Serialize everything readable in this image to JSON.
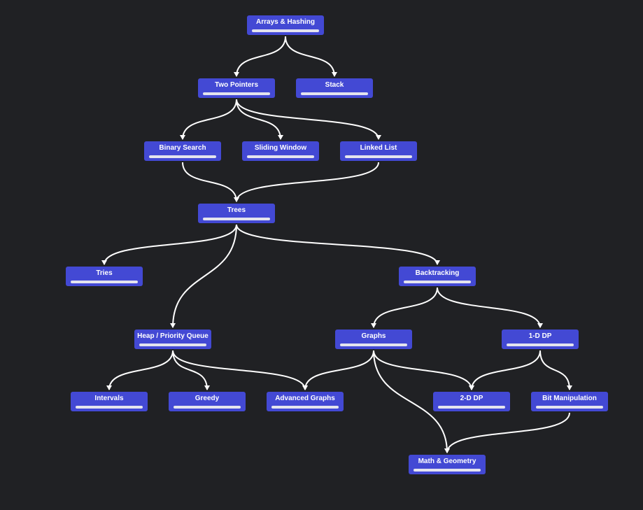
{
  "nodes": [
    {
      "id": "arrays-hashing",
      "label": "Arrays & Hashing",
      "progress": 1.0
    },
    {
      "id": "two-pointers",
      "label": "Two Pointers",
      "progress": 1.0
    },
    {
      "id": "stack",
      "label": "Stack",
      "progress": 1.0
    },
    {
      "id": "binary-search",
      "label": "Binary Search",
      "progress": 1.0
    },
    {
      "id": "sliding-window",
      "label": "Sliding Window",
      "progress": 1.0
    },
    {
      "id": "linked-list",
      "label": "Linked List",
      "progress": 1.0
    },
    {
      "id": "trees",
      "label": "Trees",
      "progress": 1.0
    },
    {
      "id": "tries",
      "label": "Tries",
      "progress": 1.0
    },
    {
      "id": "backtracking",
      "label": "Backtracking",
      "progress": 1.0
    },
    {
      "id": "heap-priority-queue",
      "label": "Heap / Priority Queue",
      "progress": 1.0
    },
    {
      "id": "graphs",
      "label": "Graphs",
      "progress": 1.0
    },
    {
      "id": "1d-dp",
      "label": "1-D DP",
      "progress": 1.0
    },
    {
      "id": "intervals",
      "label": "Intervals",
      "progress": 1.0
    },
    {
      "id": "greedy",
      "label": "Greedy",
      "progress": 1.0
    },
    {
      "id": "advanced-graphs",
      "label": "Advanced Graphs",
      "progress": 1.0
    },
    {
      "id": "2d-dp",
      "label": "2-D DP",
      "progress": 1.0
    },
    {
      "id": "bit-manipulation",
      "label": "Bit Manipulation",
      "progress": 1.0
    },
    {
      "id": "math-geometry",
      "label": "Math & Geometry",
      "progress": 1.0
    }
  ],
  "edges": [
    [
      "arrays-hashing",
      "two-pointers"
    ],
    [
      "arrays-hashing",
      "stack"
    ],
    [
      "two-pointers",
      "binary-search"
    ],
    [
      "two-pointers",
      "sliding-window"
    ],
    [
      "two-pointers",
      "linked-list"
    ],
    [
      "binary-search",
      "trees"
    ],
    [
      "linked-list",
      "trees"
    ],
    [
      "trees",
      "tries"
    ],
    [
      "trees",
      "heap-priority-queue"
    ],
    [
      "trees",
      "backtracking"
    ],
    [
      "backtracking",
      "graphs"
    ],
    [
      "backtracking",
      "1d-dp"
    ],
    [
      "heap-priority-queue",
      "intervals"
    ],
    [
      "heap-priority-queue",
      "greedy"
    ],
    [
      "heap-priority-queue",
      "advanced-graphs"
    ],
    [
      "graphs",
      "advanced-graphs"
    ],
    [
      "graphs",
      "2d-dp"
    ],
    [
      "graphs",
      "math-geometry"
    ],
    [
      "1d-dp",
      "2d-dp"
    ],
    [
      "1d-dp",
      "bit-manipulation"
    ],
    [
      "bit-manipulation",
      "math-geometry"
    ]
  ],
  "colors": {
    "background": "#202124",
    "node": "#4349d4",
    "edge": "#ffffff",
    "label": "#ffffff",
    "progress": "#e4e4ee"
  }
}
